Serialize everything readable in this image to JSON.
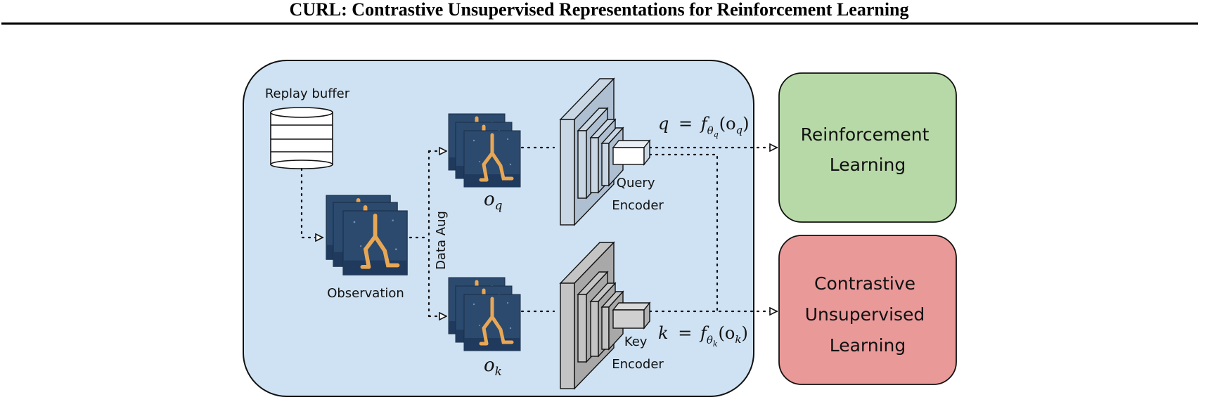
{
  "header": {
    "title": "CURL: Contrastive Unsupervised Representations for Reinforcement Learning"
  },
  "colors": {
    "panel_fill": "#cfe2f3",
    "rl_fill": "#b7d9a8",
    "cul_fill": "#ea9999",
    "query_encoder": "#c9d6e3",
    "key_encoder": "#bdbdbd",
    "frame_bg": "#2b4a6e",
    "walker": "#e8a755"
  },
  "labels": {
    "replay_buffer": "Replay buffer",
    "observation": "Observation",
    "data_aug": "Data Aug",
    "o_q_base": "o",
    "o_q_sub": "q",
    "o_k_base": "o",
    "o_k_sub": "k",
    "query_encoder": [
      "Query",
      "Encoder"
    ],
    "key_encoder": [
      "Key",
      "Encoder"
    ]
  },
  "equations": {
    "query": {
      "lhs": "q",
      "eq": "=",
      "f": "f",
      "theta": "θ",
      "theta_sub": "q",
      "arg_open": "(o",
      "arg_sub": "q",
      "arg_close": ")"
    },
    "key": {
      "lhs": "k",
      "eq": "=",
      "f": "f",
      "theta": "θ",
      "theta_sub": "k",
      "arg_open": "(o",
      "arg_sub": "k",
      "arg_close": ")"
    }
  },
  "outputs": {
    "rl": [
      "Reinforcement",
      "Learning"
    ],
    "cul": [
      "Contrastive",
      "Unsupervised",
      "Learning"
    ]
  }
}
